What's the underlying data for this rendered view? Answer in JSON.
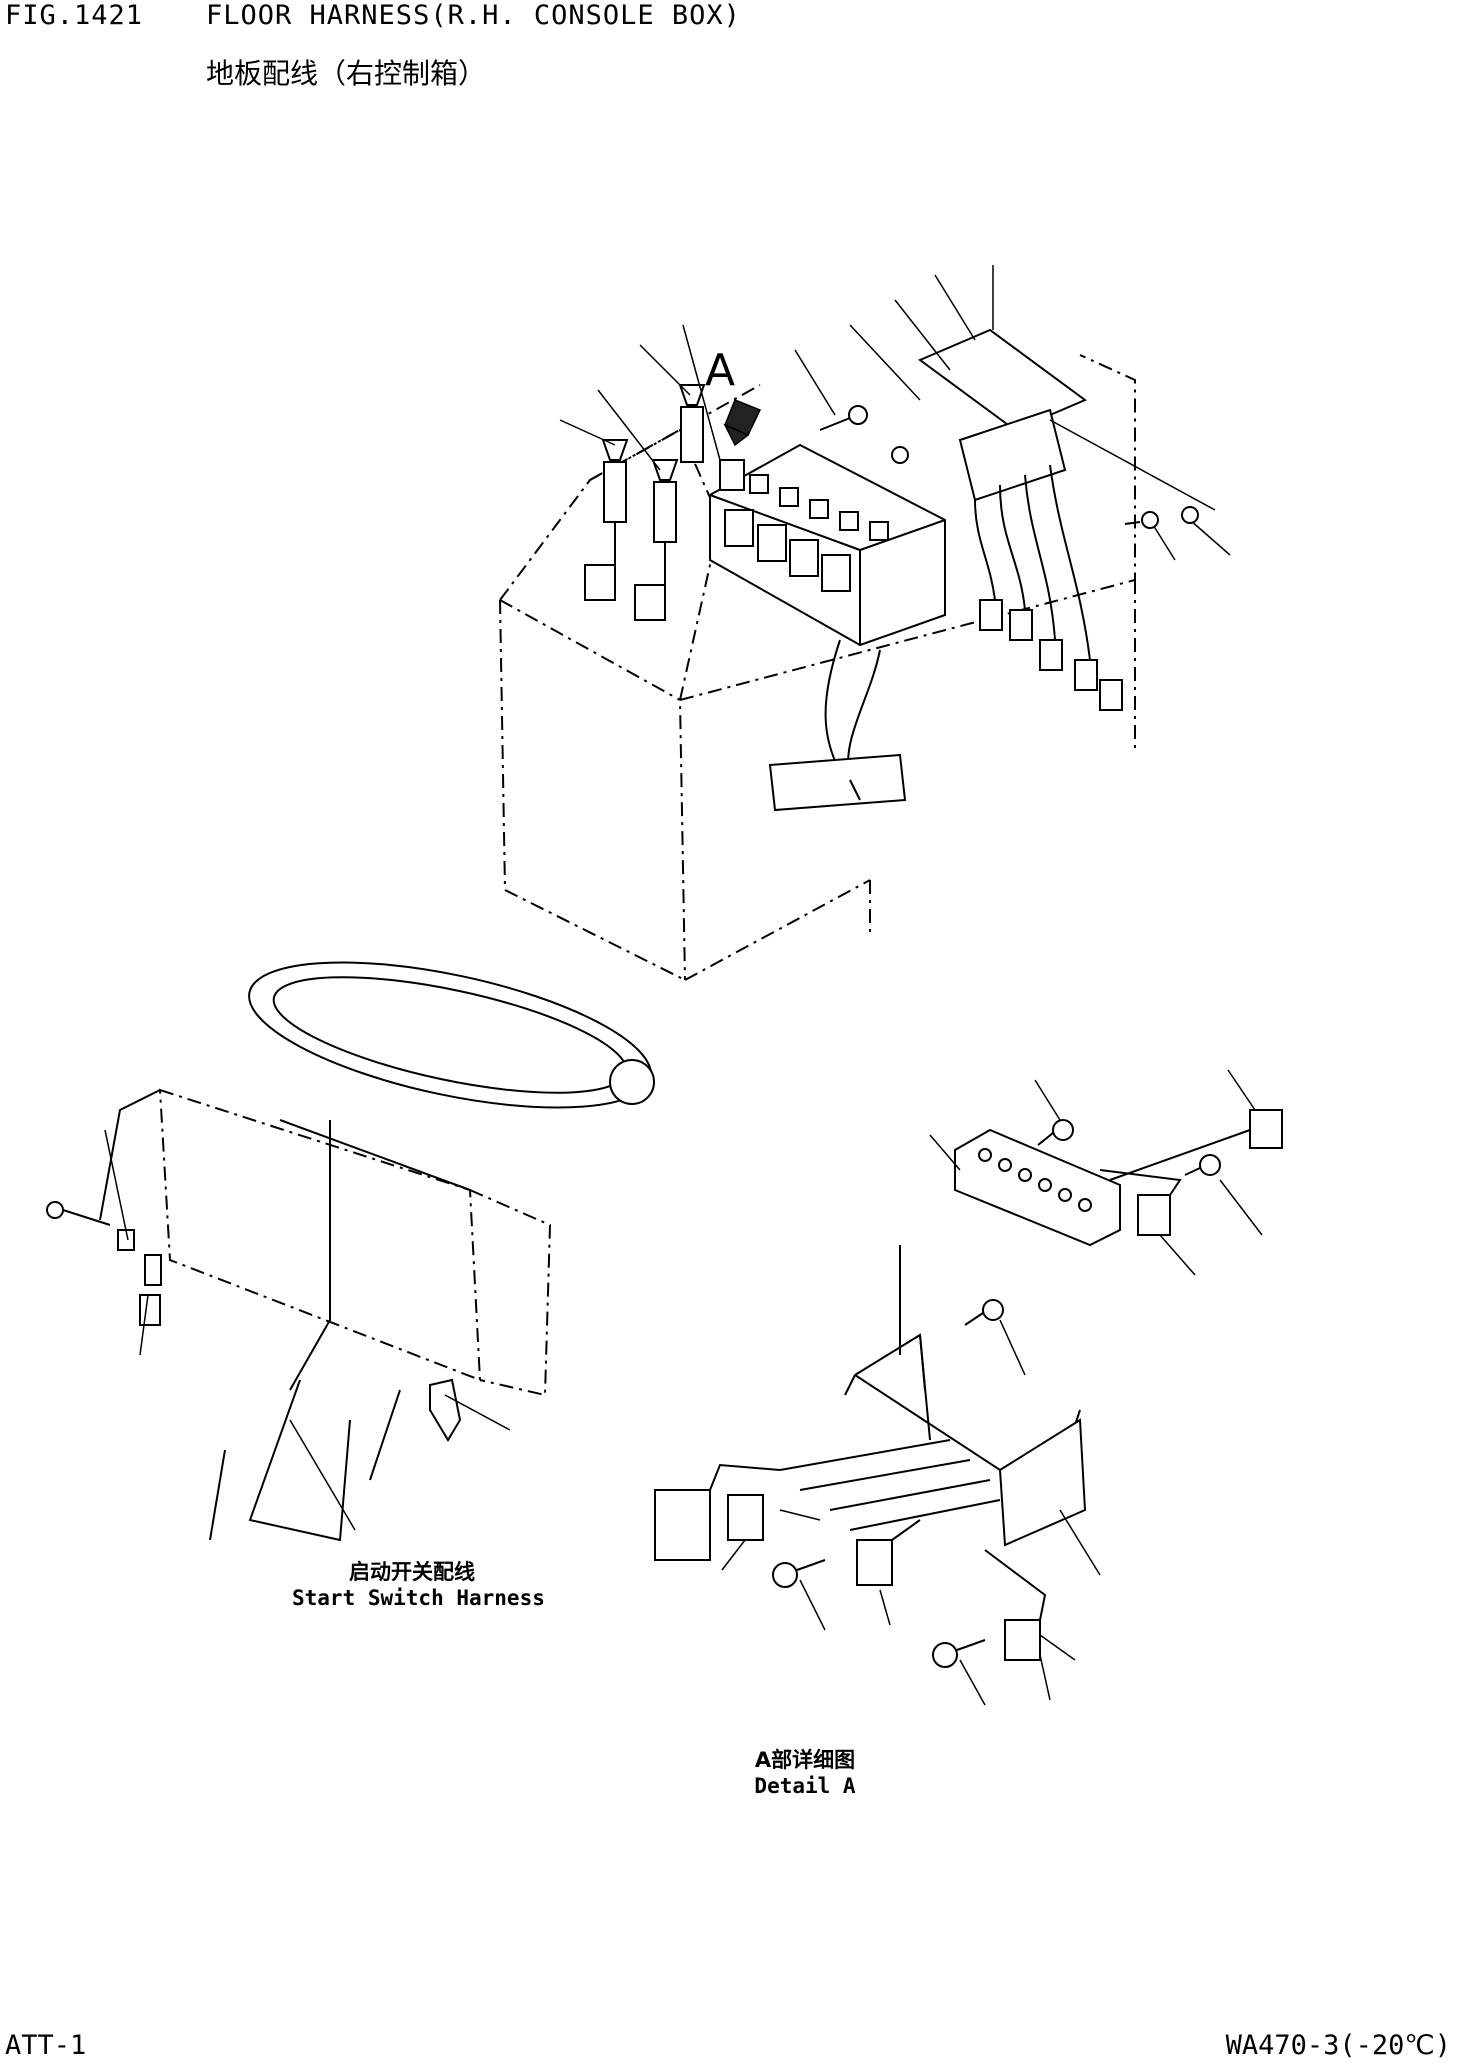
{
  "header": {
    "fig_number": "FIG.1421",
    "title_en": "FLOOR HARNESS(R.H. CONSOLE BOX)",
    "title_cn": "地板配线（右控制箱）"
  },
  "labels": {
    "view_marker": "A",
    "start_switch_cn": "启动开关配线",
    "start_switch_en": "Start Switch Harness",
    "detail_a_cn": "A部详细图",
    "detail_a_en": "Detail A"
  },
  "footer": {
    "left": "ATT-1",
    "right": "WA470-3(-20℃)"
  }
}
